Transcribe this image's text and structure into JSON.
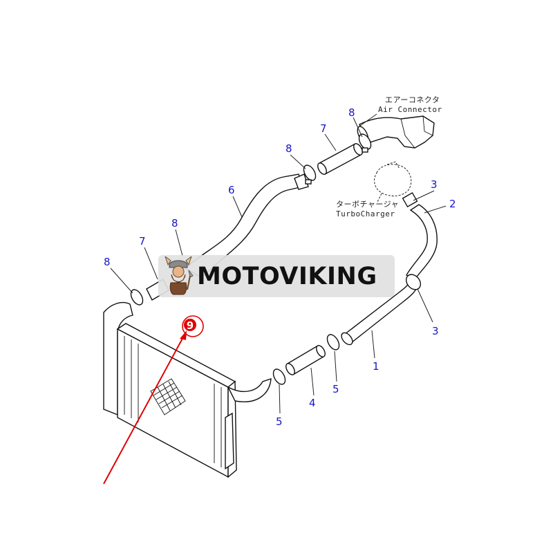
{
  "brand": {
    "name": "MOTOVIKING"
  },
  "callouts": {
    "c1": "1",
    "c2": "2",
    "c3a": "3",
    "c3b": "3",
    "c4": "4",
    "c5a": "5",
    "c5b": "5",
    "c6": "6",
    "c7a": "7",
    "c7b": "7",
    "c8a": "8",
    "c8b": "8",
    "c8c": "8",
    "c8d": "8",
    "c9": "9"
  },
  "labels": {
    "air_connector_jp": "エアーコネクタ",
    "air_connector_en": "Air Connector",
    "turbocharger_jp": "ターボチャージャ",
    "turbocharger_en": "TurboCharger"
  },
  "colors": {
    "callout_number": "#1515c8",
    "highlight": "#e00000",
    "line": "#222222"
  }
}
